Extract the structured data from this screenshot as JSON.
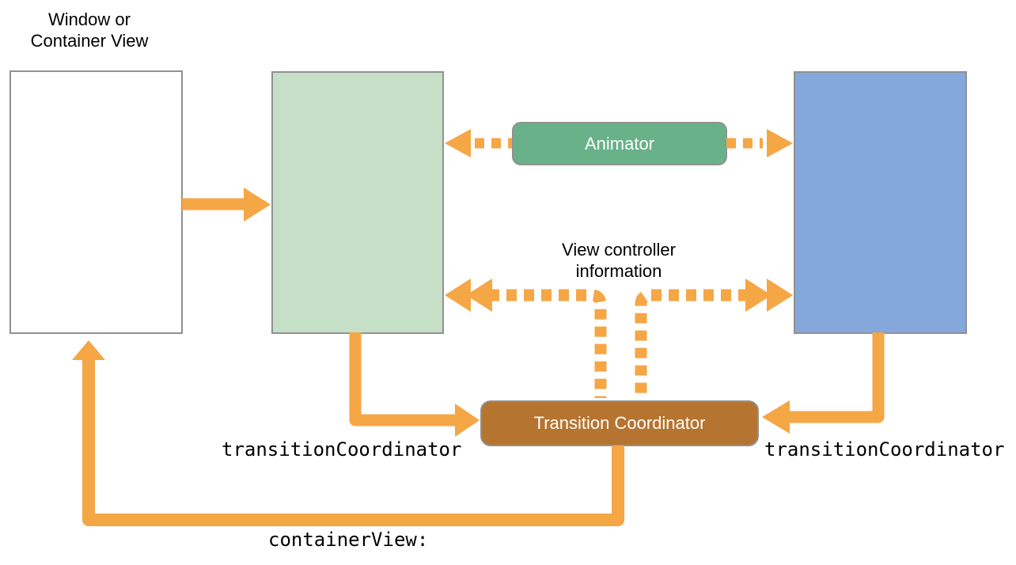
{
  "colors": {
    "background": "#ffffff",
    "arrow_orange": "#f5a645",
    "box_border_gray": "#919191",
    "window_box_fill": "#ffffff",
    "green_box_fill": "#c6dfc7",
    "blue_box_fill": "#84a8db",
    "animator_fill": "#68b189",
    "coordinator_fill": "#b5742f",
    "label_text": "#000000",
    "pill_text": "#ffffff"
  },
  "nodes": {
    "window": {
      "label": "Window or\nContainer View"
    },
    "animator": {
      "label": "Animator"
    },
    "transition_coordinator": {
      "label": "Transition Coordinator"
    }
  },
  "annotations": {
    "view_controller_information": "View controller\ninformation",
    "transition_coordinator_property_left": "transitionCoordinator",
    "transition_coordinator_property_right": "transitionCoordinator",
    "container_view_parameter": "containerView:"
  }
}
